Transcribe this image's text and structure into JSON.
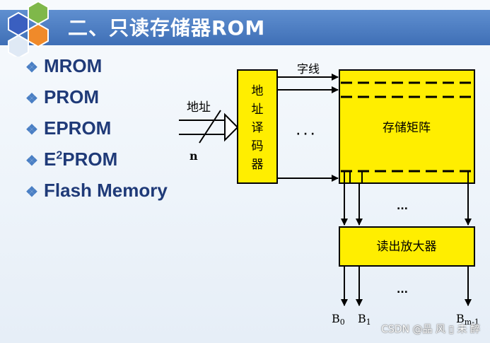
{
  "slide": {
    "title": "二、只读存储器ROM",
    "bullets": [
      "MROM",
      "PROM",
      "EPROM",
      "PROM",
      "Flash Memory"
    ],
    "e2_prefix": "E",
    "e2_sup": "2"
  },
  "diagram": {
    "address_label": "地址",
    "n_label": "n",
    "decoder_label": [
      "地",
      "址",
      "译",
      "码",
      "器"
    ],
    "wordline_label": "字线",
    "row_dots": "· · ·",
    "matrix_label": "存储矩阵",
    "col_dots": "...",
    "amp_label": "读出放大器",
    "out_dots": "...",
    "b0": "B",
    "b0_sub": "0",
    "b1": "B",
    "b1_sub": "1",
    "bn": "B",
    "bn_sub": "m-1"
  },
  "footer": {
    "watermark": "CSDN @品 风 ▯ 未 醉"
  },
  "colors": {
    "title_bar": "#4a7bc0",
    "bullet_text": "#1f3a78",
    "block_fill": "#ffee00",
    "logo_blue": "#3a5fc0",
    "logo_green": "#7fb84a",
    "logo_orange": "#f08a2a"
  }
}
